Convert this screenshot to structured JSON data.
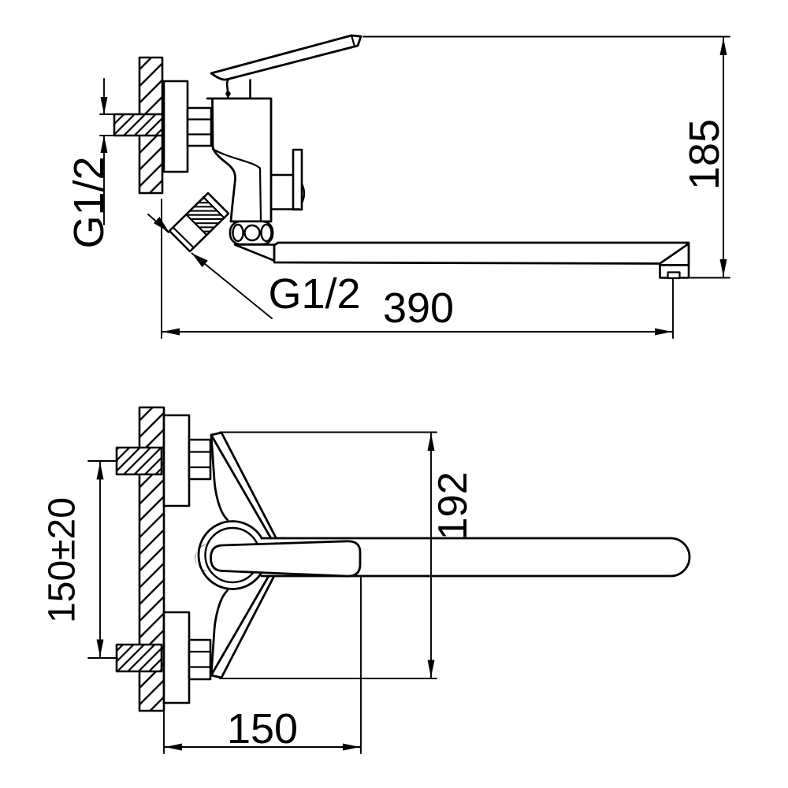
{
  "side_view": {
    "pipe_thread_label": "G1/2",
    "shower_thread_label": "G1/2",
    "spout_reach_label": "390",
    "height_label": "185"
  },
  "front_view": {
    "hole_spacing_label": "150±20",
    "body_height_label": "192",
    "handle_length_label": "150"
  },
  "colors": {
    "line": "#000000",
    "background": "#ffffff"
  }
}
